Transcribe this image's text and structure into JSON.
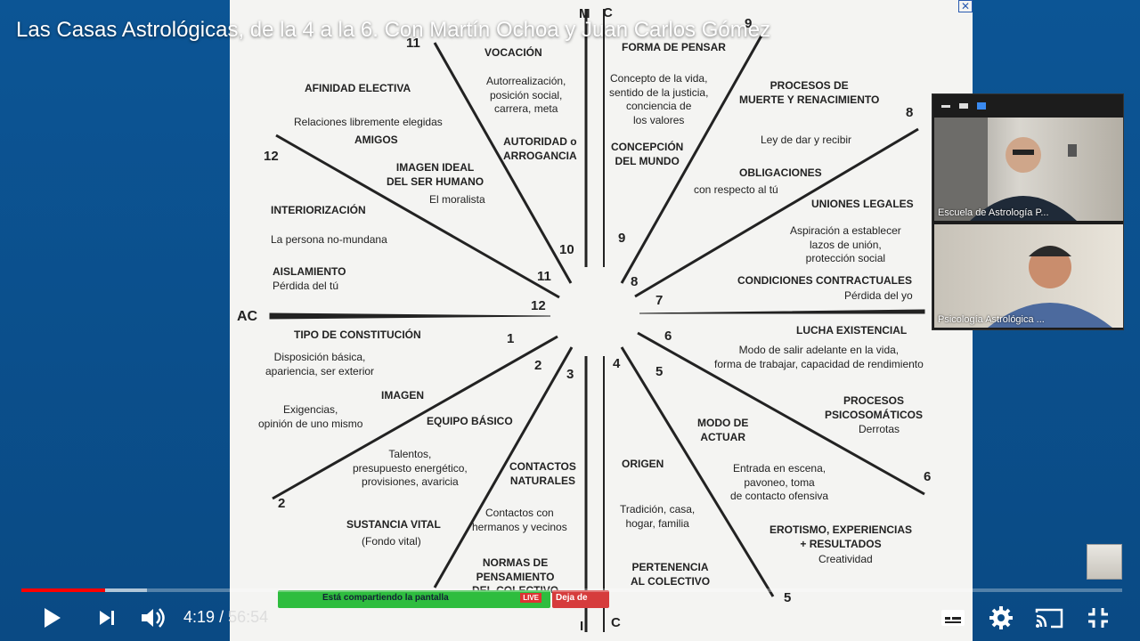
{
  "video": {
    "title": "Las Casas Astrológicas, de la 4 a la 6. Con Martín Ochoa y Juan Carlos Gómez",
    "time_current": "4:19",
    "time_separator": "/",
    "time_total": "56:54",
    "progress": 0.0759,
    "buffered": 0.114
  },
  "slide": {
    "axis_top": "M",
    "axis_top2": "C",
    "axis_left": "AC",
    "axis_bottom": "C",
    "axis_bottom_left": "I",
    "labels": {
      "vocacion": "VOCACIÓN",
      "vocacion_desc": "Autorrealización,\nposición social,\ncarrera, meta",
      "autoridad": "AUTORIDAD o\nARROGANCIA",
      "forma_pensar": "FORMA DE PENSAR",
      "concepto": "Concepto de la vida,\nsentido de la justicia,\nconciencia de\nlos valores",
      "concepcion": "CONCEPCIÓN\nDEL MUNDO",
      "procesos_muerte": "PROCESOS DE\nMUERTE Y RENACIMIENTO",
      "ley_dar": "Ley de dar y recibir",
      "obligaciones": "OBLIGACIONES",
      "respecto_tu": "con respecto al tú",
      "uniones": "UNIONES LEGALES",
      "aspiracion": "Aspiración a establecer\nlazos de unión,\nprotección social",
      "condiciones": "CONDICIONES CONTRACTUALES",
      "perdida_yo": "Pérdida del yo",
      "afinidad": "AFINIDAD ELECTIVA",
      "relaciones": "Relaciones libremente elegidas",
      "amigos": "AMIGOS",
      "imagen_ideal": "IMAGEN IDEAL\nDEL SER HUMANO",
      "moralista": "El moralista",
      "interiorizacion": "INTERIORIZACIÓN",
      "no_mundana": "La persona no-mundana",
      "aislamiento": "AISLAMIENTO",
      "perdida_tu": "Pérdida del tú",
      "tipo_const": "TIPO DE CONSTITUCIÓN",
      "disposicion": "Disposición básica,\napariencia, ser exterior",
      "imagen": "IMAGEN",
      "exigencias": "Exigencias,\nopinión de uno mismo",
      "equipo": "EQUIPO BÁSICO",
      "talentos": "Talentos,\npresupuesto energético,\nprovisiones, avaricia",
      "sustancia": "SUSTANCIA VITAL",
      "fondo": "(Fondo vital)",
      "contactos": "CONTACTOS\nNATURALES",
      "contactos_desc": "Contactos con\nhermanos y vecinos",
      "normas": "NORMAS DE\nPENSAMIENTO\nDEL COLECTIVO",
      "origen": "ORIGEN",
      "tradicion": "Tradición, casa,\nhogar, familia",
      "pertenencia": "PERTENENCIA\nAL COLECTIVO",
      "modo_actuar": "MODO DE\nACTUAR",
      "entrada": "Entrada en escena,\npavoneo, toma\nde contacto ofensiva",
      "lucha": "LUCHA EXISTENCIAL",
      "modo_salir": "Modo de salir adelante en la vida,\nforma de trabajar, capacidad de rendimiento",
      "procesos_psico": "PROCESOS\nPSICOSOMÁTICOS",
      "derrotas": "Derrotas",
      "erotismo": "EROTISMO, EXPERIENCIAS\n+ RESULTADOS",
      "creatividad": "Creatividad"
    },
    "numbers": {
      "n1": "1",
      "n2": "2",
      "n2b": "2",
      "n3": "3",
      "n4": "4",
      "n5": "5",
      "n5b": "5",
      "n6": "6",
      "n6b": "6",
      "n7": "7",
      "n8": "8",
      "n8b": "8",
      "n9": "9",
      "n9b": "9",
      "n10": "10",
      "n11": "11",
      "n11b": "11",
      "n12": "12",
      "n12b": "12"
    }
  },
  "zoom": {
    "tile1_name": "Escuela de Astrología P...",
    "tile2_name": "Psicología Astrológica ..."
  },
  "share_bar": {
    "text": "Está compartiendo la pantalla",
    "live": "LIVE",
    "stop": "Deja de"
  },
  "icons": {
    "play": "play-icon",
    "next": "next-icon",
    "volume": "volume-icon",
    "subtitles": "subtitles-icon",
    "settings": "gear-icon",
    "cast": "cast-icon",
    "fullscreen_exit": "exit-fullscreen-icon"
  },
  "colors": {
    "progress_played": "#ff0000",
    "share_green": "#2ebd3e",
    "stop_red": "#d63c3c"
  }
}
